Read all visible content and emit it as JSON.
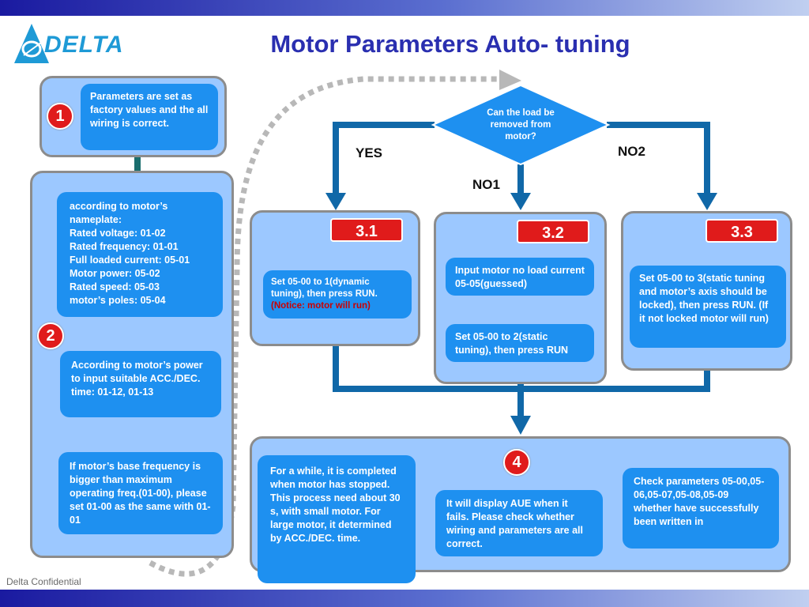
{
  "header": {
    "title": "Motor Parameters Auto- tuning",
    "logo_text": "DELTA"
  },
  "footer": {
    "confidential": "Delta Confidential"
  },
  "step1": {
    "badge": "1",
    "text": "Parameters are set as factory values and the all wiring is correct."
  },
  "step2": {
    "badge": "2",
    "nameplate": [
      "according to motor’s nameplate:",
      "Rated voltage: 01-02",
      "Rated frequency: 01-01",
      "Full loaded current: 05-01",
      "Motor power: 05-02",
      "Rated speed: 05-03",
      "motor’s poles: 05-04"
    ],
    "accel": "According to motor’s power to  input suitable ACC./DEC. time: 01-12, 01-13",
    "base_freq": "If motor’s base frequency is bigger than maximum operating freq.(01-00), please set 01-00 as the same with 01-01"
  },
  "decision": {
    "question": "Can the load be removed from motor?",
    "yes": "YES",
    "no1": "NO1",
    "no2": "NO2"
  },
  "step31": {
    "tag": "3.1",
    "text": "Set 05-00 to 1(dynamic tuning), then press RUN.",
    "notice": "(Notice: motor will run)"
  },
  "step32": {
    "tag": "3.2",
    "text_a": "Input motor no load current 05-05(guessed)",
    "text_b": "Set 05-00 to 2(static tuning), then press RUN"
  },
  "step33": {
    "tag": "3.3",
    "text": "Set 05-00 to 3(static tuning and motor’s axis should be locked), then press RUN. (If it not locked motor will run)"
  },
  "step4": {
    "badge": "4",
    "left": "For a while, it is completed when motor has stopped. This process need about 30 s, with small motor. For large motor, it determined by ACC./DEC. time.",
    "middle": "It will display AUE when it fails. Please check whether wiring and parameters are all correct.",
    "right": "Check parameters 05-00,05-06,05-07,05-08,05-09 whether have successfully been written in"
  }
}
